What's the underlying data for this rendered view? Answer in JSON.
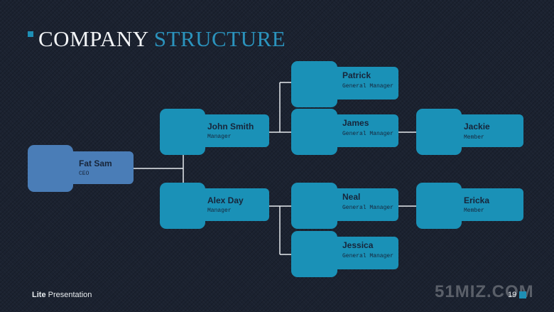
{
  "slide": {
    "title_part1": "COMPANY",
    "title_part2": "STRUCTURE",
    "footer_bold": "Lite",
    "footer_text": "Presentation",
    "page_number": "19",
    "watermark": "51MIZ.COM"
  },
  "colors": {
    "accent": "#1e8fb5",
    "node_teal": "#1a91b7",
    "node_blue": "#4a7db7",
    "background": "#1b2230",
    "connector": "#e6eaee"
  },
  "org_chart": {
    "nodes": [
      {
        "id": "fat-sam",
        "name": "Fat Sam",
        "role": "CEO"
      },
      {
        "id": "john-smith",
        "name": "John Smith",
        "role": "Manager"
      },
      {
        "id": "alex-day",
        "name": "Alex Day",
        "role": "Manager"
      },
      {
        "id": "patrick",
        "name": "Patrick",
        "role": "General Manager"
      },
      {
        "id": "james",
        "name": "James",
        "role": "General Manager"
      },
      {
        "id": "neal",
        "name": "Neal",
        "role": "General Manager"
      },
      {
        "id": "jessica",
        "name": "Jessica",
        "role": "General Manager"
      },
      {
        "id": "jackie",
        "name": "Jackie",
        "role": "Member"
      },
      {
        "id": "ericka",
        "name": "Ericka",
        "role": "Member"
      }
    ],
    "edges": [
      {
        "from": "fat-sam",
        "to": "john-smith"
      },
      {
        "from": "fat-sam",
        "to": "alex-day"
      },
      {
        "from": "john-smith",
        "to": "patrick"
      },
      {
        "from": "john-smith",
        "to": "james"
      },
      {
        "from": "james",
        "to": "jackie"
      },
      {
        "from": "alex-day",
        "to": "neal"
      },
      {
        "from": "alex-day",
        "to": "jessica"
      },
      {
        "from": "neal",
        "to": "ericka"
      }
    ]
  }
}
